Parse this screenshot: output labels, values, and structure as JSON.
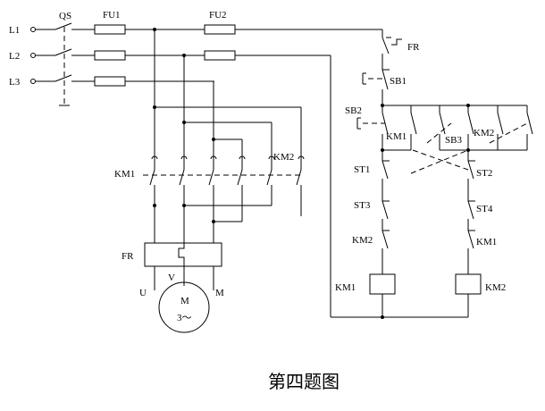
{
  "labels": {
    "qs": "QS",
    "fu1": "FU1",
    "fu2": "FU2",
    "l1": "L1",
    "l2": "L2",
    "l3": "L3",
    "fr_contact": "FR",
    "sb1": "SB1",
    "sb2": "SB2",
    "sb3": "SB3",
    "km1_hold": "KM1",
    "km2_hold": "KM2",
    "st1": "ST1",
    "st2": "ST2",
    "st3": "ST3",
    "st4": "ST4",
    "km2_interlock": "KM2",
    "km1_interlock": "KM1",
    "km1_coil": "KM1",
    "km2_coil": "KM2",
    "km1_main": "KM1",
    "km2_main": "KM2",
    "fr_relay": "FR",
    "u": "U",
    "v": "V",
    "w": "M",
    "motor_m": "M",
    "motor_type": "3～"
  },
  "caption": "第四题图"
}
